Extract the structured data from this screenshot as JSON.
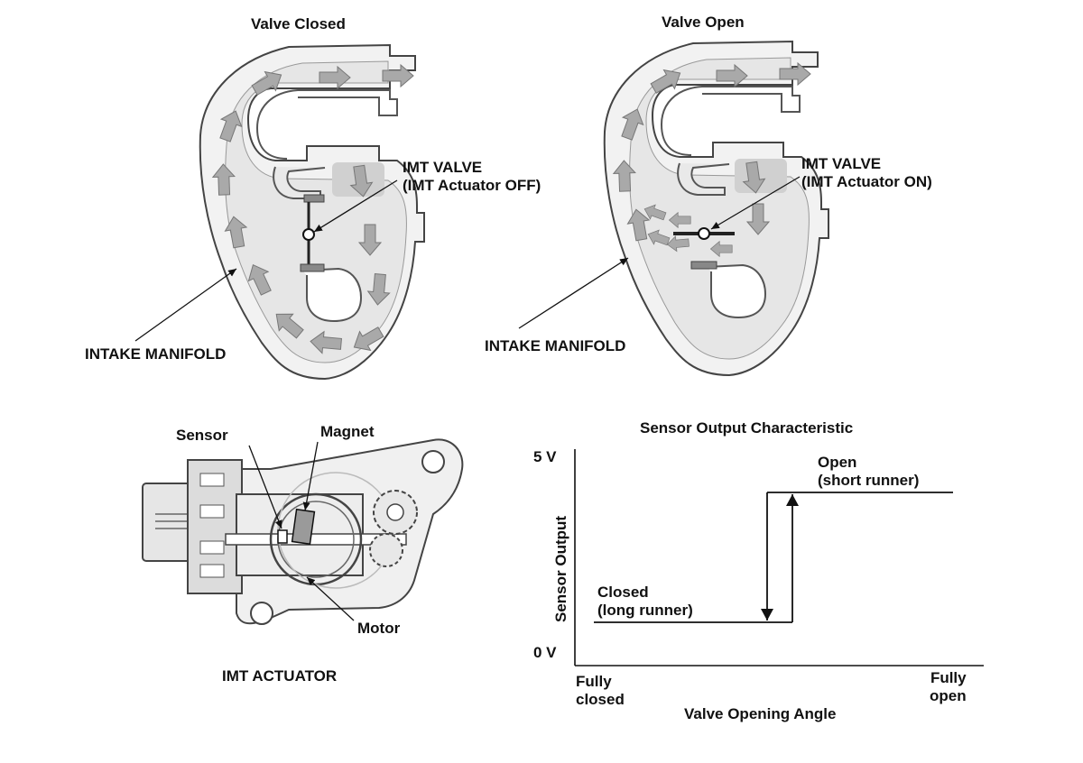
{
  "panels": {
    "valve_closed": {
      "title": "Valve Closed",
      "valve_label": "IMT VALVE\n(IMT Actuator OFF)",
      "manifold_label": "INTAKE MANIFOLD"
    },
    "valve_open": {
      "title": "Valve Open",
      "valve_label": "IMT VALVE\n(IMT Actuator ON)",
      "manifold_label": "INTAKE MANIFOLD"
    },
    "actuator": {
      "sensor_label": "Sensor",
      "magnet_label": "Magnet",
      "motor_label": "Motor",
      "caption": "IMT ACTUATOR"
    }
  },
  "chart_data": {
    "type": "line",
    "title": "Sensor Output Characteristic",
    "xlabel": "Valve Opening Angle",
    "ylabel": "Sensor Output",
    "y_ticks": [
      "5 V",
      "0 V"
    ],
    "x_ticks": [
      "Fully\nclosed",
      "Fully\nopen"
    ],
    "states": [
      {
        "label": "Closed\n(long runner)",
        "level": "low"
      },
      {
        "label": "Open\n(short runner)",
        "level": "high"
      }
    ],
    "hysteresis": true
  },
  "colors": {
    "line": "#111111",
    "arrow_fill": "#a9a9a9",
    "arrow_stroke": "#777777",
    "flow_band": "#e6e6e6",
    "part_fill": "#d7d7d7"
  }
}
